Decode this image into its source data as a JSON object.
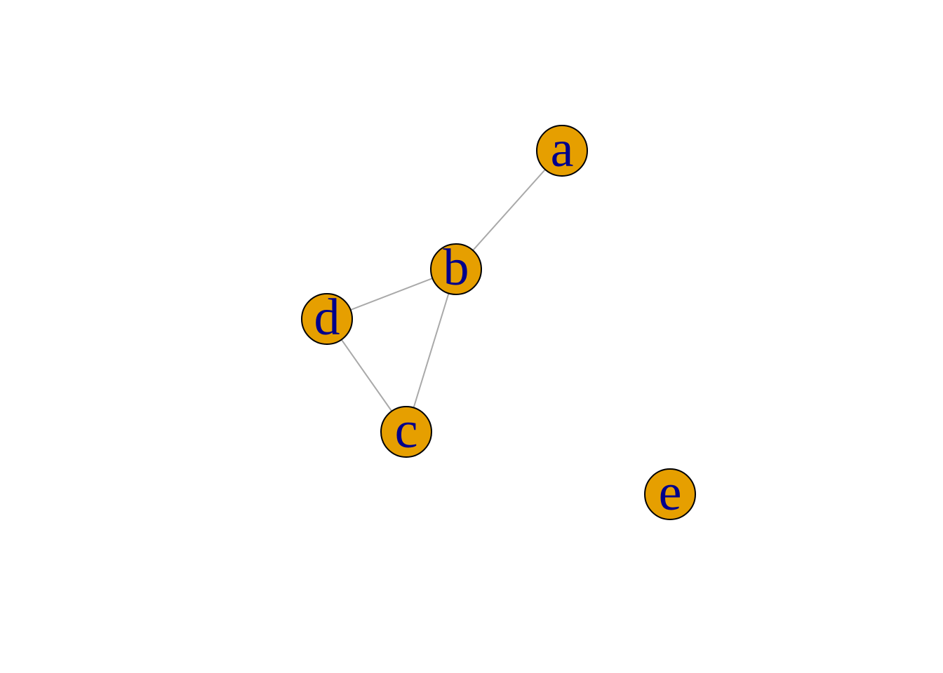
{
  "graph": {
    "vertex_fill": "#e69f00",
    "vertex_border": "#000000",
    "label_color": "#00008b",
    "edge_color": "#a9a9a9",
    "vertices": [
      {
        "id": "a",
        "label": "a"
      },
      {
        "id": "b",
        "label": "b"
      },
      {
        "id": "c",
        "label": "c"
      },
      {
        "id": "d",
        "label": "d"
      },
      {
        "id": "e",
        "label": "e"
      }
    ],
    "edges": [
      {
        "from": "a",
        "to": "b"
      },
      {
        "from": "b",
        "to": "d"
      },
      {
        "from": "b",
        "to": "c"
      },
      {
        "from": "d",
        "to": "c"
      }
    ]
  }
}
